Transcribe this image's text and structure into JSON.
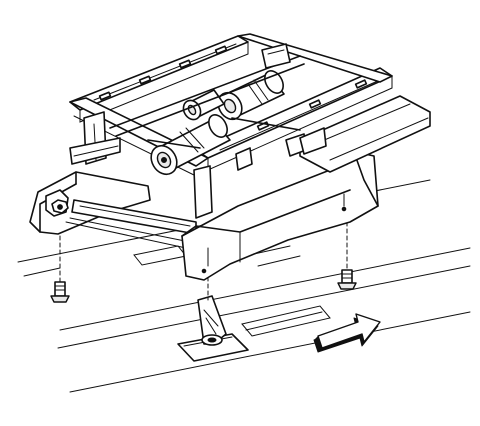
{
  "figure": {
    "text_labels": [],
    "parts": [
      "floor-panel",
      "front-seat-track-rails",
      "seat-adjuster-motors",
      "seat-riser-outboard",
      "seat-riser-inboard",
      "mounting-studs",
      "retaining-nuts",
      "floor-anchor-bracket",
      "front-of-vehicle-arrow"
    ],
    "arrow_direction": "forward"
  }
}
